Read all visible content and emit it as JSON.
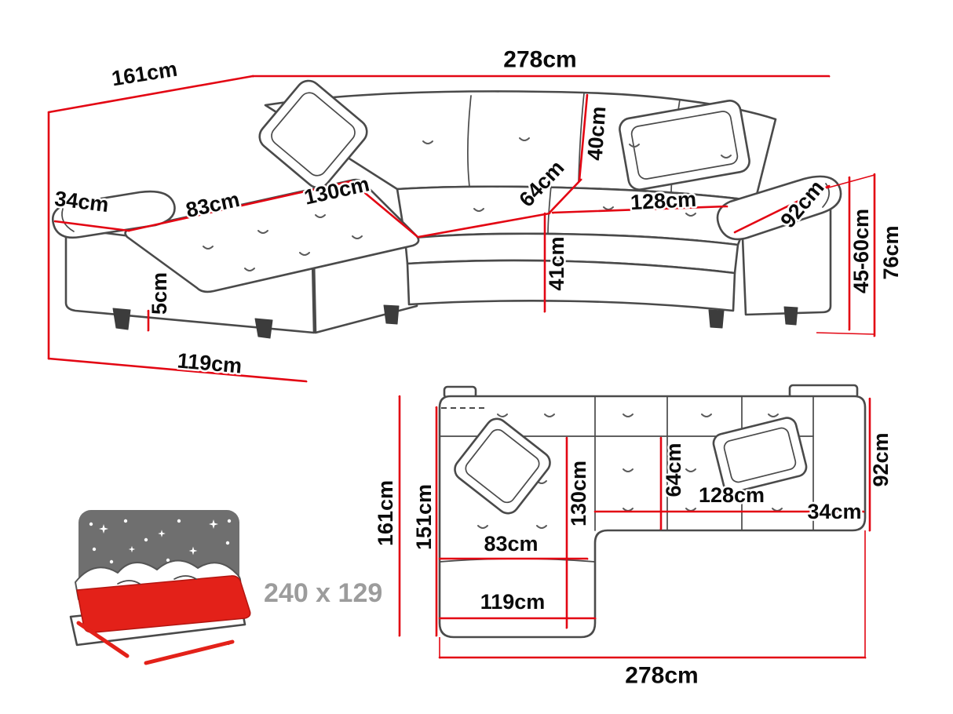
{
  "colors": {
    "dimension_red": "#e30613",
    "outline_gray": "#4a4a4a",
    "label_black": "#0b0b0b",
    "bed_red": "#e32119",
    "muted_gray": "#9c9c9c"
  },
  "perspective_view": {
    "dims": {
      "total_width": "278cm",
      "side_depth": "161cm",
      "back_cushion_height": "40cm",
      "left_armrest_width": "34cm",
      "chaise_seat_width": "83cm",
      "chaise_length": "130cm",
      "seat_depth": "64cm",
      "seat_width": "128cm",
      "right_armrest_length": "92cm",
      "seat_height": "41cm",
      "armrest_height": "45-60cm",
      "total_height": "76cm",
      "leg_height": "5cm",
      "chaise_front_width": "119cm"
    }
  },
  "top_view": {
    "dims": {
      "total_depth": "161cm",
      "usable_depth": "151cm",
      "chaise_length": "130cm",
      "seat_depth": "64cm",
      "seat_width": "128cm",
      "armrest_width": "34cm",
      "right_depth": "92cm",
      "chaise_seat_width": "83cm",
      "chaise_front_width": "119cm",
      "total_width": "278cm"
    }
  },
  "sleeping_area": {
    "label": "240 x 129"
  }
}
